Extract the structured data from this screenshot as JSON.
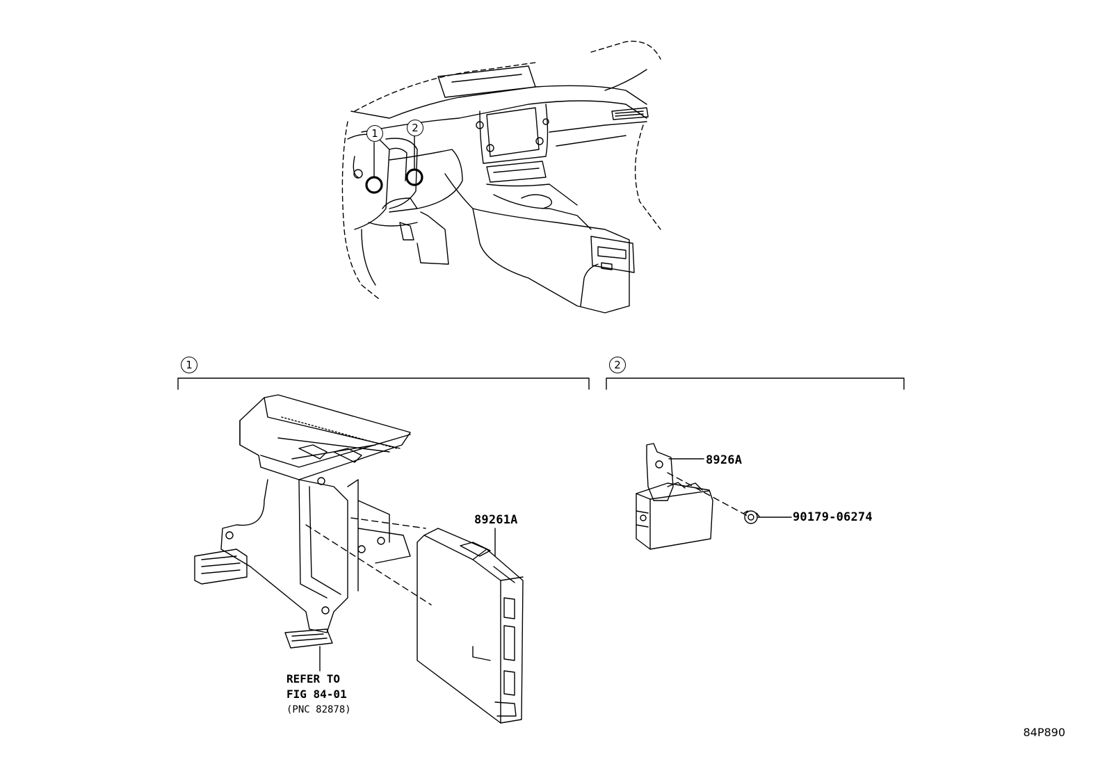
{
  "callouts": {
    "view1": "1",
    "view2": "2",
    "section1": "1",
    "section2": "2"
  },
  "parts": {
    "ecu_main": "89261A",
    "ecu_small": "8926A",
    "clip": "90179-06274"
  },
  "reference": {
    "line1": "REFER TO",
    "line2": "FIG 84-01",
    "line3": "(PNC 82878)"
  },
  "figure_code": "84P890"
}
